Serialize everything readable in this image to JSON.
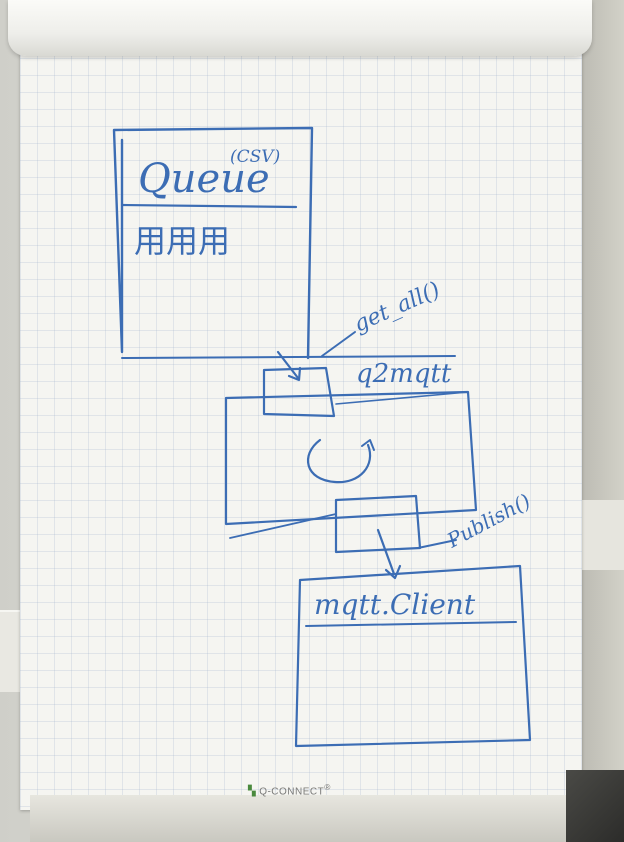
{
  "diagram": {
    "queue_label": "Queue",
    "queue_sublabel": "(CSV)",
    "queue_items_text": "用用用",
    "get_all_label": "get_all()",
    "q2mqtt_label": "q2mqtt",
    "publish_label": "Publish()",
    "client_label": "mqtt.Client"
  },
  "branding": {
    "logo_text": "Q-CONNECT",
    "logo_symbol": "▚",
    "trademark": "®"
  },
  "colors": {
    "ink": "#3c6db4",
    "paper": "#f5f5f1",
    "grid": "#96aac8"
  }
}
